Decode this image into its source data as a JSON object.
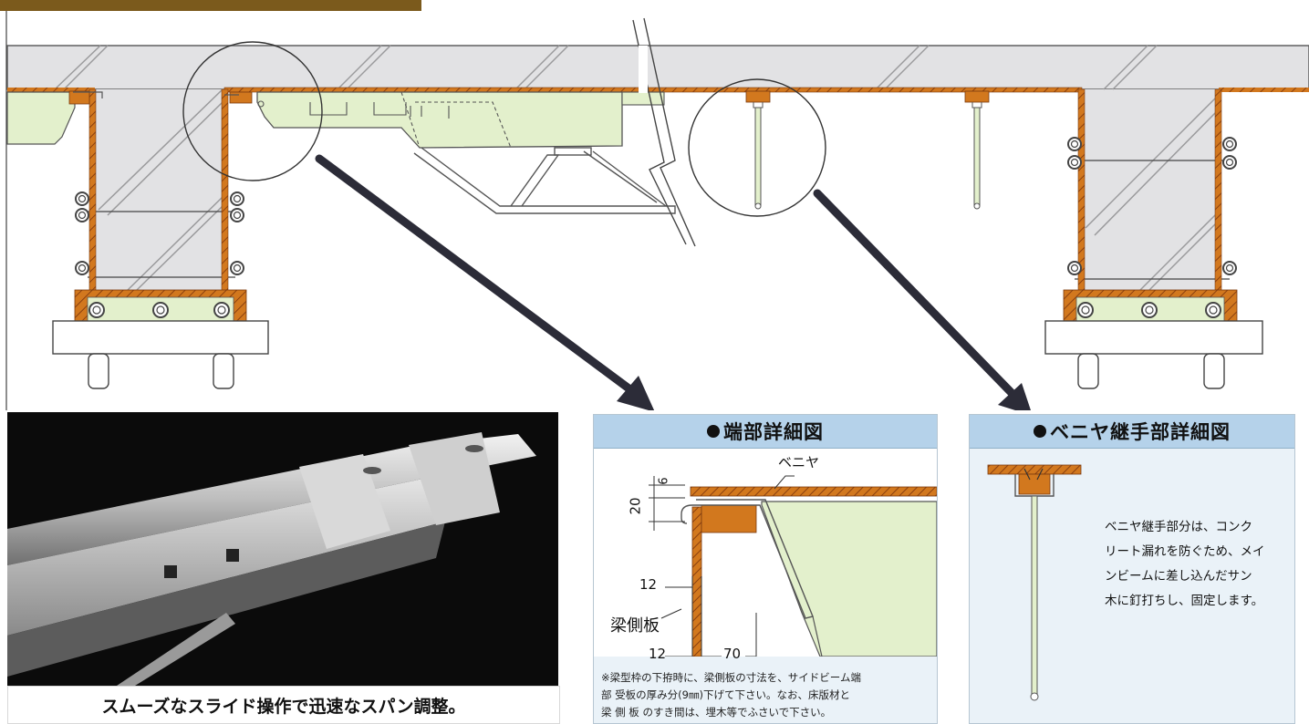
{
  "colors": {
    "concrete": "#e2e2e4",
    "wood": "#d2781e",
    "plywood_edge": "#b5571a",
    "beam": "#e3f0cc",
    "panel_bg": "#eaf2f8",
    "panel_head": "#b5d2ea",
    "photo_bg": "#0b0b0b"
  },
  "photo": {
    "caption": "スムーズなスライド操作で迅速なスパン調整。"
  },
  "end_detail": {
    "title": "端部詳細図",
    "plywood_label": "ベニヤ",
    "side_plate_label": "梁側板",
    "dims": {
      "nine": "9",
      "twenty": "20",
      "twelve_a": "12",
      "twelve_b": "12",
      "seventy": "70"
    },
    "note_lines": [
      "※梁型枠の下拵時に、梁側板の寸法を、サイドビーム端",
      "部 受板の厚み分(9㎜)下げて下さい。なお、床版材と",
      "梁 側 板 のすき間は、埋木等でふさいで下さい。"
    ]
  },
  "joint_detail": {
    "title": "ベニヤ継手部詳細図",
    "desc_lines": [
      "ベニヤ継手部分は、コンク",
      "リート漏れを防ぐため、メイ",
      "ンビームに差し込んだサン",
      "木に釘打ちし、固定します。"
    ]
  }
}
